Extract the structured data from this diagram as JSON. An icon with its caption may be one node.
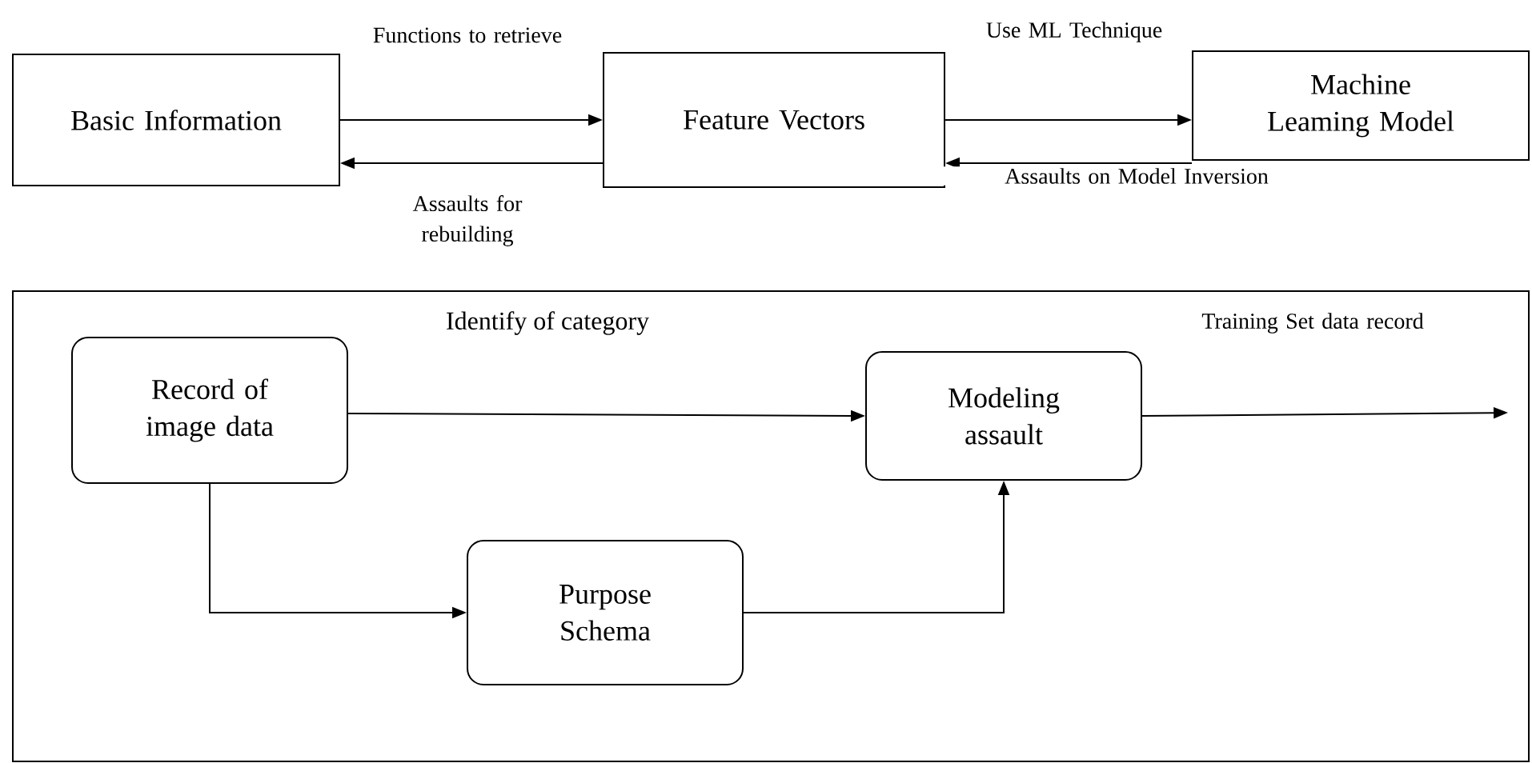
{
  "diagram": {
    "nodes": [
      {
        "text": [
          "Basic Information"
        ]
      },
      {
        "text": [
          "Feature Vectors"
        ]
      },
      {
        "text": [
          "Machine Leaming Model"
        ]
      },
      {
        "text": [
          "Identify of category"
        ]
      },
      {
        "text": [
          "Record of image data"
        ],
        "in": 3
      },
      {
        "text": [
          "Modeling assault"
        ],
        "in": 3
      },
      {
        "text": [
          "Purpose Schema"
        ],
        "in": 3
      }
    ],
    "edges": [
      {
        "from": 0,
        "to": 1,
        "arrow": "to",
        "label": "Functions to retrieve"
      },
      {
        "from": 1,
        "to": 0,
        "arrow": "to",
        "label": "Assaults for rebuilding"
      },
      {
        "from": 1,
        "to": 2,
        "arrow": "to",
        "label": "Use ML Technique"
      },
      {
        "from": 2,
        "to": 1,
        "arrow": "to",
        "label": "Assaults on Model Inversion"
      },
      {
        "from": 4,
        "to": 5,
        "arrow": "to"
      },
      {
        "from": 4,
        "to": 6,
        "arrow": "to"
      },
      {
        "from": 6,
        "to": 5,
        "arrow": "to"
      },
      {
        "from": 5,
        "to": null,
        "arrow": "to",
        "label": "Training Set data record"
      }
    ]
  }
}
